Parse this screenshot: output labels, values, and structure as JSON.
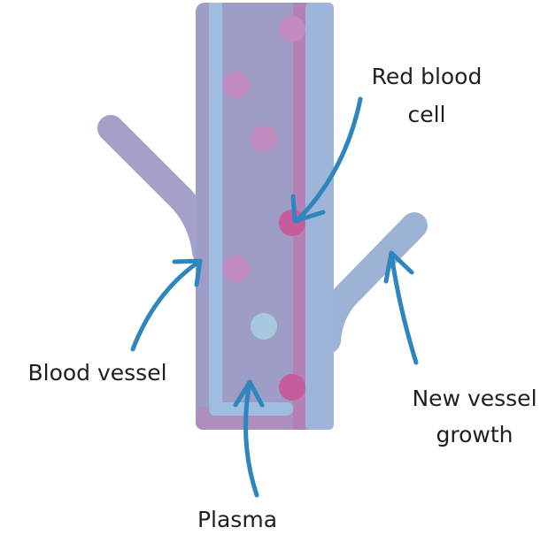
{
  "labels": {
    "red_blood_cell_line1": "Red blood",
    "red_blood_cell_line2": "cell",
    "blood_vessel": "Blood vessel",
    "new_vessel_growth_line1": "New vessel",
    "new_vessel_growth_line2": "growth",
    "plasma": "Plasma"
  },
  "colors": {
    "vessel_body": "#9D9DC6",
    "left_branch": "#A4A1C9",
    "right_branch": "#9DB3D6",
    "light_stripe": "#9FBDDE",
    "right_stripe": "#9CB5D8",
    "pink_stripe": "#B580B6",
    "bottom_tint": "#AE8FBC",
    "red_cell": "#C97AAE",
    "bright_red_cell": "#C75C9C",
    "plasma_cell": "#A8C8E0",
    "arrow": "#2D86BE",
    "text": "#1f1f1f"
  }
}
